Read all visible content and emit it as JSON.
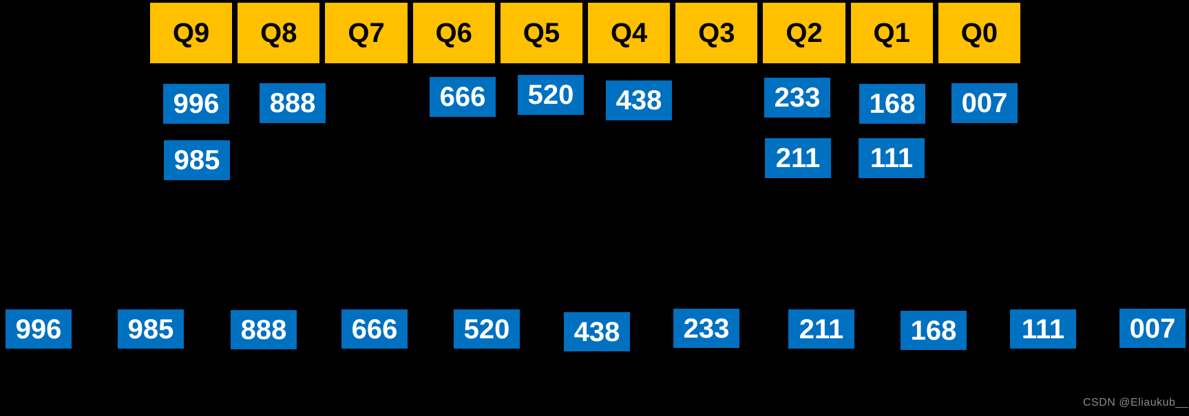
{
  "colors": {
    "bg": "#000000",
    "queue-fill": "#FFC000",
    "queue-text": "#000000",
    "item-fill": "#0070C0",
    "item-text": "#FFFFFF",
    "watermark-color": "#8A8A8A"
  },
  "queues": [
    {
      "label": "Q9",
      "items": [
        "996",
        "985"
      ]
    },
    {
      "label": "Q8",
      "items": [
        "888"
      ]
    },
    {
      "label": "Q7",
      "items": []
    },
    {
      "label": "Q6",
      "items": [
        "666"
      ]
    },
    {
      "label": "Q5",
      "items": [
        "520"
      ]
    },
    {
      "label": "Q4",
      "items": [
        "438"
      ]
    },
    {
      "label": "Q3",
      "items": []
    },
    {
      "label": "Q2",
      "items": [
        "233",
        "211"
      ]
    },
    {
      "label": "Q1",
      "items": [
        "168",
        "111"
      ]
    },
    {
      "label": "Q0",
      "items": [
        "007"
      ]
    }
  ],
  "output_row": [
    "996",
    "985",
    "888",
    "666",
    "520",
    "438",
    "233",
    "211",
    "168",
    "111",
    "007"
  ],
  "watermark": "CSDN @Eliaukub__"
}
